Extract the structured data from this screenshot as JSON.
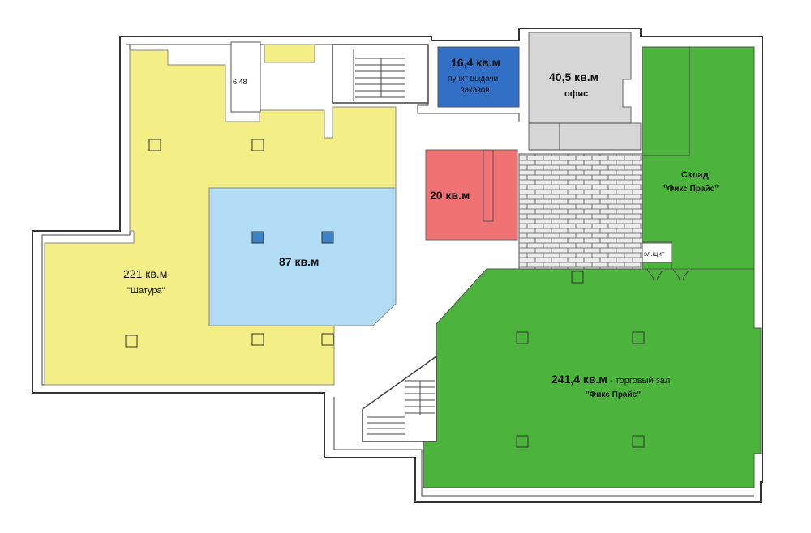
{
  "rooms": {
    "shatura": {
      "area": "221 кв.м",
      "name": "\"Шатура\"",
      "color": "#f3ee86"
    },
    "blue": {
      "area": "87 кв.м",
      "color": "#b1dcf4"
    },
    "red": {
      "area": "20 кв.м",
      "color": "#f07272"
    },
    "pickup": {
      "area": "16,4 кв.м",
      "name_line1": "пункт выдачи",
      "name_line2": "заказов",
      "color": "#3170c4"
    },
    "office": {
      "area": "40,5 кв.м",
      "name": "офис",
      "color": "#d7d7d7"
    },
    "warehouse": {
      "name_line1": "Склад",
      "name_line2": "\"Фикс Прайс\"",
      "color": "#4cb33d"
    },
    "hall": {
      "area": "241,4 кв.м",
      "name": " - торговый зал",
      "name_line2": "\"Фикс Прайс\"",
      "color": "#4cb33d"
    }
  },
  "labels": {
    "dim": "6.48",
    "panel": "эл.щит"
  },
  "colors": {
    "wall": "#333333",
    "brick": "#ececec"
  }
}
